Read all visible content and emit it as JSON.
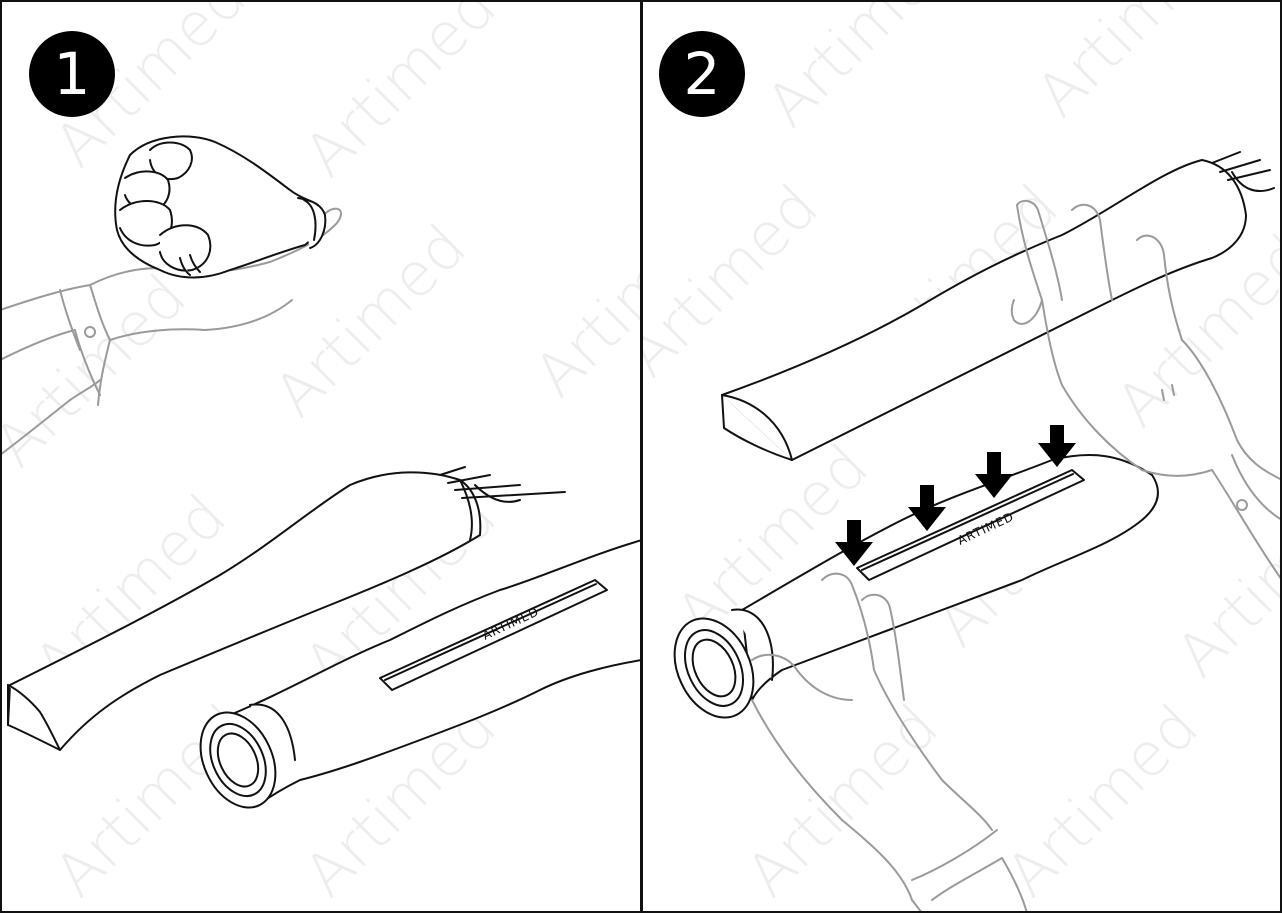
{
  "steps": [
    {
      "number": "1",
      "arm_label": "ARTIMED"
    },
    {
      "number": "2",
      "arm_label": "ARTIMED"
    }
  ],
  "watermark": {
    "text": "Artimed",
    "color": "#ededed"
  },
  "colors": {
    "line": "#111111",
    "glove": "#9a9a9a",
    "arrow": "#000000"
  }
}
